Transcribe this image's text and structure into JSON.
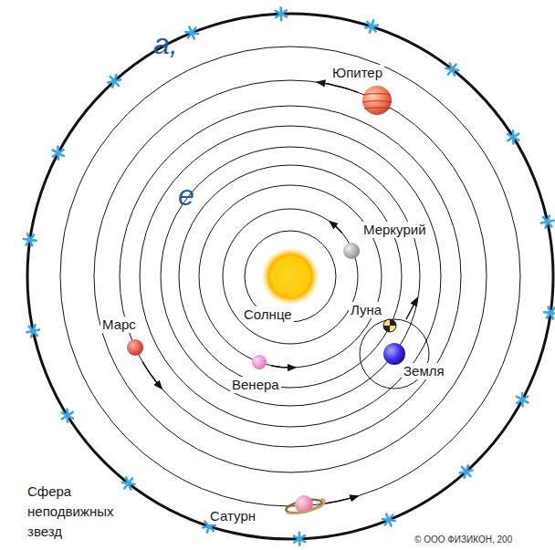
{
  "diagram": {
    "labels": [
      "а,",
      "е",
      "Юпитер",
      "Меркурий",
      "Солнце",
      "Луна",
      "Марс",
      "Венера",
      "Земля",
      "Сфера неподвижных звезд",
      "Сатурн",
      "© ООО ФИЗИКОН, 200"
    ]
  }
}
